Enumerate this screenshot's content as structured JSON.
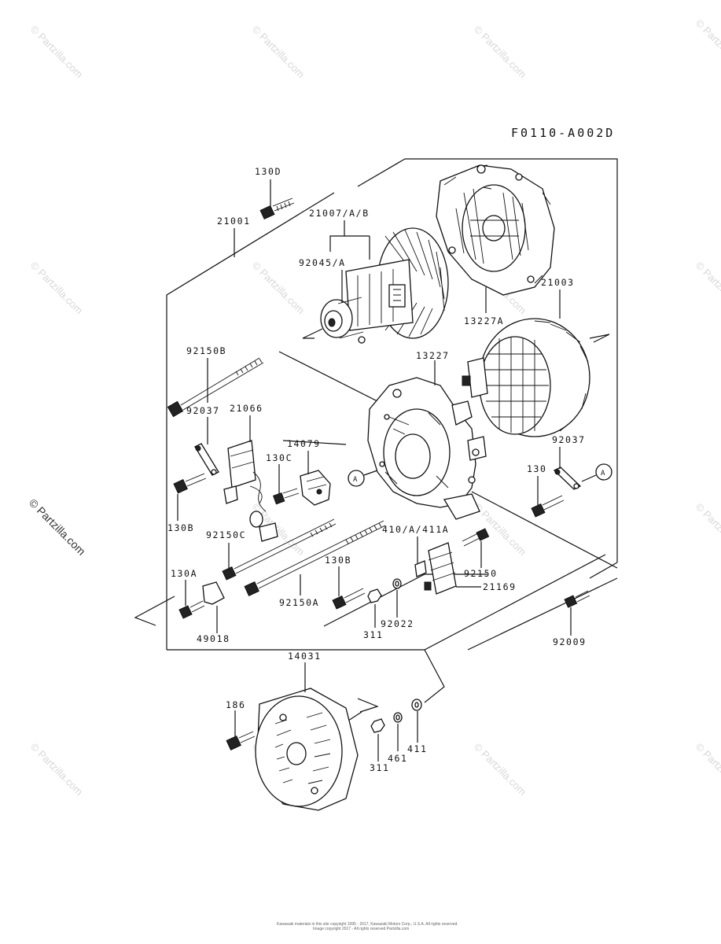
{
  "figure_code": "F0110-A002D",
  "watermark": "© Partzilla.com",
  "footer": {
    "line1": "Kawasaki materials in this site copyright 1995 - 2017, Kawasaki Motors Corp., U.S.A. All rights reserved.",
    "line2": "Image copyright 2017 - All rights reserved Partzilla.com"
  },
  "callouts": {
    "c130D": "130D",
    "c21001": "21001",
    "c21007": "21007/A/B",
    "c92045": "92045/A",
    "c13227A": "13227A",
    "c21003": "21003",
    "c92150B": "92150B",
    "c13227": "13227",
    "c92037a": "92037",
    "c21066": "21066",
    "c14079": "14079",
    "c130C": "130C",
    "c130B_left": "130B",
    "c92150C": "92150C",
    "c92037b": "92037",
    "c130": "130",
    "cA_ref": "A",
    "cA_ref2": "A",
    "c410": "410/A/411A",
    "c92150": "92150",
    "c21169": "21169",
    "c130A": "130A",
    "c130B_mid": "130B",
    "c92150A": "92150A",
    "c92022": "92022",
    "c311a": "311",
    "c49018": "49018",
    "c92009": "92009",
    "c14031": "14031",
    "c186": "186",
    "c311b": "311",
    "c461": "461",
    "c411": "411"
  }
}
